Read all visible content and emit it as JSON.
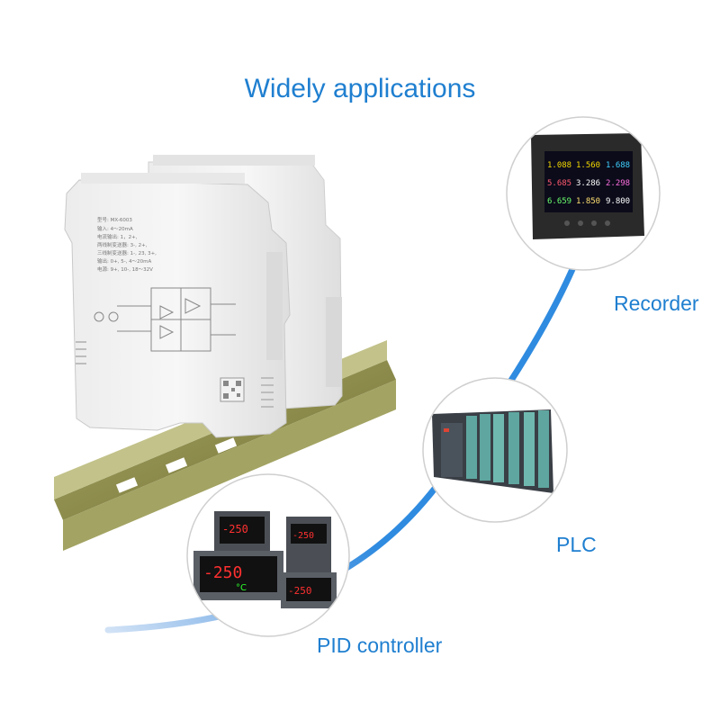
{
  "title": "Widely applications",
  "applications": [
    {
      "label": "Recorder",
      "icon": "recorder-device",
      "readings": [
        "1.088",
        "1.560",
        "1.688",
        "5.685",
        "3.286",
        "2.298",
        "6.659",
        "1.850",
        "9.800"
      ]
    },
    {
      "label": "PLC",
      "icon": "plc-rack"
    },
    {
      "label": "PID controller",
      "icon": "pid-controller",
      "readings": [
        "-250",
        "-250",
        "-250",
        "-250"
      ],
      "unit": "°C"
    }
  ],
  "product": {
    "model_text": "型号: MX-6003",
    "spec_lines": [
      "输入: 4～20mA",
      "电流输出: 1，2+,",
      "两线制变送器: 3-, 2+,",
      "三线制变送器: 1-, 23, 3+,",
      "输出: 0+, 5-, 4～20mA",
      "电源: 9+, 10-, 18～32V"
    ]
  },
  "colors": {
    "accent": "#1f7fd0",
    "curve": "#2f8be0"
  }
}
